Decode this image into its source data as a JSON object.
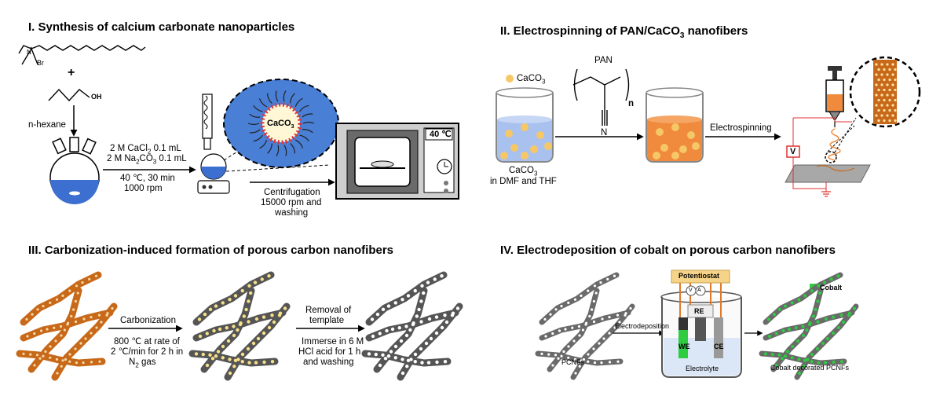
{
  "titles": {
    "s1": "I. Synthesis of calcium carbonate nanoparticles",
    "s2_prefix": "II. Electrospinning of PAN/CaCO",
    "s2_sub": "3",
    "s2_suffix": " nanofibers",
    "s3": "III. Carbonization-induced formation of porous carbon nanofibers",
    "s4": "IV. Electrodeposition of cobalt on porous carbon nanofibers"
  },
  "s1": {
    "bromide": "Br",
    "plus": "+",
    "oh": "OH",
    "hexane": "n-hexane",
    "cacl2_a": "2 M CaCl",
    "cacl2_b": " 0.1 mL",
    "na2co3_a": "2 M Na",
    "na2co3_b": "CO",
    "na2co3_c": " 0.1 mL",
    "cond1": "40 ℃, 30 min",
    "cond2": "1000 rpm",
    "caco3_ca": "CaCO",
    "caco3_3": "3",
    "centrif1": "Centrifugation",
    "centrif2": "15000 rpm and",
    "centrif3": "washing",
    "oven_temp": "40 ℃"
  },
  "s2": {
    "legend_a": "CaCO",
    "legend_3": "3",
    "pan": "PAN",
    "pan_n": "n",
    "nitrogen": "N",
    "beaker_a": "CaCO",
    "beaker_3": "3",
    "beaker_b": "in DMF and THF",
    "electrospinning": "Electrospinning",
    "voltage": "V"
  },
  "s3": {
    "carbonization": "Carbonization",
    "cond1": "800 ℃ at rate of",
    "cond2": "2 ℃/min for 2 h in",
    "cond3_a": "N",
    "cond3_b": " gas",
    "removal1": "Removal of",
    "removal2": "template",
    "imm1": "Immerse in 6 M",
    "imm2": "HCl acid for 1 h",
    "imm3": "and washing"
  },
  "s4": {
    "pcnfs": "PCNFs",
    "electrodeposition": "Electrodeposition",
    "potentiostat": "Potentiostat",
    "ammeter": "A",
    "voltmeter": "V",
    "re": "RE",
    "we": "WE",
    "ce": "CE",
    "electrolyte": "Electrolyte",
    "cobalt": "Cobalt",
    "decorated": "Cobalt decorated PCNFs"
  },
  "colors": {
    "fiber_orange": "#c8691a",
    "fiber_gray": "#555555",
    "particle": "#f6c766",
    "liquid_blue": "#5b86d6",
    "liquid_orange": "#f08a3c",
    "cobalt": "#2ecc40",
    "circuit_red": "#e03030",
    "potentiostat": "#f5d48a"
  }
}
